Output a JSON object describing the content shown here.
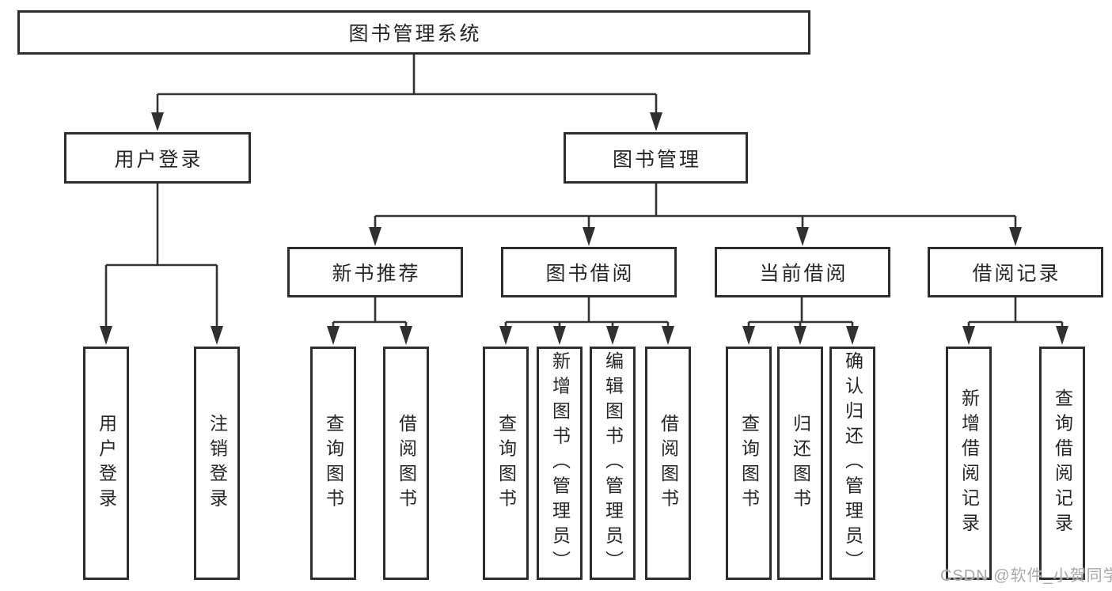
{
  "diagram": {
    "title": "图书管理系统",
    "root": {
      "label": "图书管理系统"
    },
    "level2": [
      {
        "label": "用户登录"
      },
      {
        "label": "图书管理"
      }
    ],
    "level3": [
      {
        "label": "新书推荐"
      },
      {
        "label": "图书借阅"
      },
      {
        "label": "当前借阅"
      },
      {
        "label": "借阅记录"
      }
    ],
    "leaves": [
      {
        "label": "用户登录",
        "parent": "用户登录"
      },
      {
        "label": "注销登录",
        "parent": "用户登录"
      },
      {
        "label": "查询图书",
        "parent": "新书推荐"
      },
      {
        "label": "借阅图书",
        "parent": "新书推荐"
      },
      {
        "label": "查询图书",
        "parent": "图书借阅"
      },
      {
        "label": "新增图书（管理员）",
        "parent": "图书借阅"
      },
      {
        "label": "编辑图书（管理员）",
        "parent": "图书借阅"
      },
      {
        "label": "借阅图书",
        "parent": "图书借阅"
      },
      {
        "label": "查询图书",
        "parent": "当前借阅"
      },
      {
        "label": "归还图书",
        "parent": "当前借阅"
      },
      {
        "label": "确认归还（管理员）",
        "parent": "当前借阅"
      },
      {
        "label": "新增借阅记录",
        "parent": "借阅记录"
      },
      {
        "label": "查询借阅记录",
        "parent": "借阅记录"
      }
    ]
  },
  "watermark": {
    "text": "CSDN @软件_小贺同学"
  },
  "colors": {
    "line": "#333333",
    "arrow_fill": "#303030",
    "border": "#2d2d2d",
    "text": "#262626",
    "watermark": "#a9a9a9",
    "background": "#ffffff"
  }
}
